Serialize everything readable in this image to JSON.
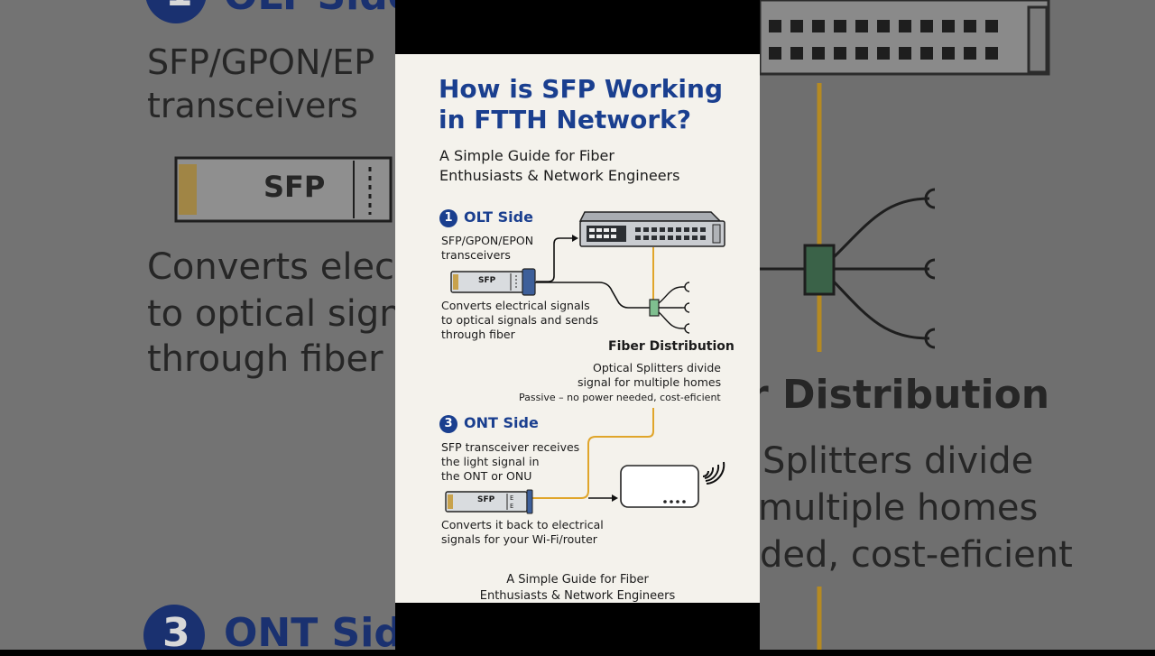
{
  "title_line1": "How is SFP Working",
  "title_line2": "in FTTH Network?",
  "subtitle_line1": "A Simple Guide for Fiber",
  "subtitle_line2": "Enthusiasts & Network Engineers",
  "olt": {
    "number": "1",
    "heading": "OLT Side",
    "desc_line1": "SFP/GPON/EPON",
    "desc_line2": "transceivers",
    "sfp_label": "SFP",
    "convert_line1": "Converts electrical signals",
    "convert_line2": "to optical signals and sends",
    "convert_line3": "through fiber"
  },
  "distribution": {
    "heading": "Fiber Distribution",
    "line1": "Optical Splitters divide",
    "line2": "signal for multiple homes",
    "line3": "Passive – no power needed, cost-eficient"
  },
  "ont": {
    "number": "3",
    "heading": "ONT Side",
    "desc_line1": "SFP transceiver receives",
    "desc_line2": "the light signal in",
    "desc_line3": "the ONT or ONU",
    "sfp_label": "SFP",
    "convert_line1": "Converts it back to electrical",
    "convert_line2": "signals for your Wi-Fi/router"
  },
  "footer_line1": "A Simple Guide for Fiber",
  "footer_line2": "Enthusiasts & Network Engineers",
  "background": {
    "olt_heading": "OLT Side",
    "olt_desc_line1": "SFP/GPON/EP",
    "olt_desc_line2": "transceivers",
    "sfp_label": "SFP",
    "convert_line1": "Converts elect",
    "convert_line2": "to optical signa",
    "convert_line3": "through fiber",
    "dist_heading": "r Distribution",
    "dist_line1": "Splitters divide",
    "dist_line2": "multiple homes",
    "dist_line3": "ded, cost-eficient",
    "ont_heading": "ONT Sid",
    "number1": "1",
    "number3": "3"
  },
  "colors": {
    "accent_blue": "#1a3f8f",
    "fiber_yellow": "#e0a52a",
    "splitter_green": "#7fbf8f",
    "panel_bg": "#f4f2ec"
  }
}
